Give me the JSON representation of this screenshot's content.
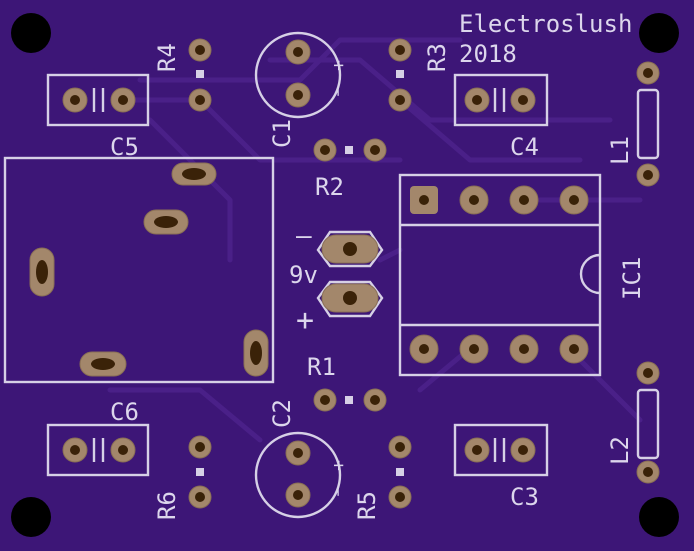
{
  "board": {
    "title_line1": "Electroslush",
    "title_line2": "2018",
    "background_color": "#3d1677",
    "silkscreen_color": "#d6d0e6",
    "pad_color": "#a3876b"
  },
  "labels": {
    "r1": "R1",
    "r2": "R2",
    "r3": "R3",
    "r4": "R4",
    "r5": "R5",
    "r6": "R6",
    "c1": "C1",
    "c2": "C2",
    "c3": "C3",
    "c4": "C4",
    "c5": "C5",
    "c6": "C6",
    "l1": "L1",
    "l2": "L2",
    "ic1": "IC1",
    "battery": "9v",
    "minus": "—",
    "plus": "+",
    "cap_plus": "+",
    "cap_minus": "—"
  }
}
